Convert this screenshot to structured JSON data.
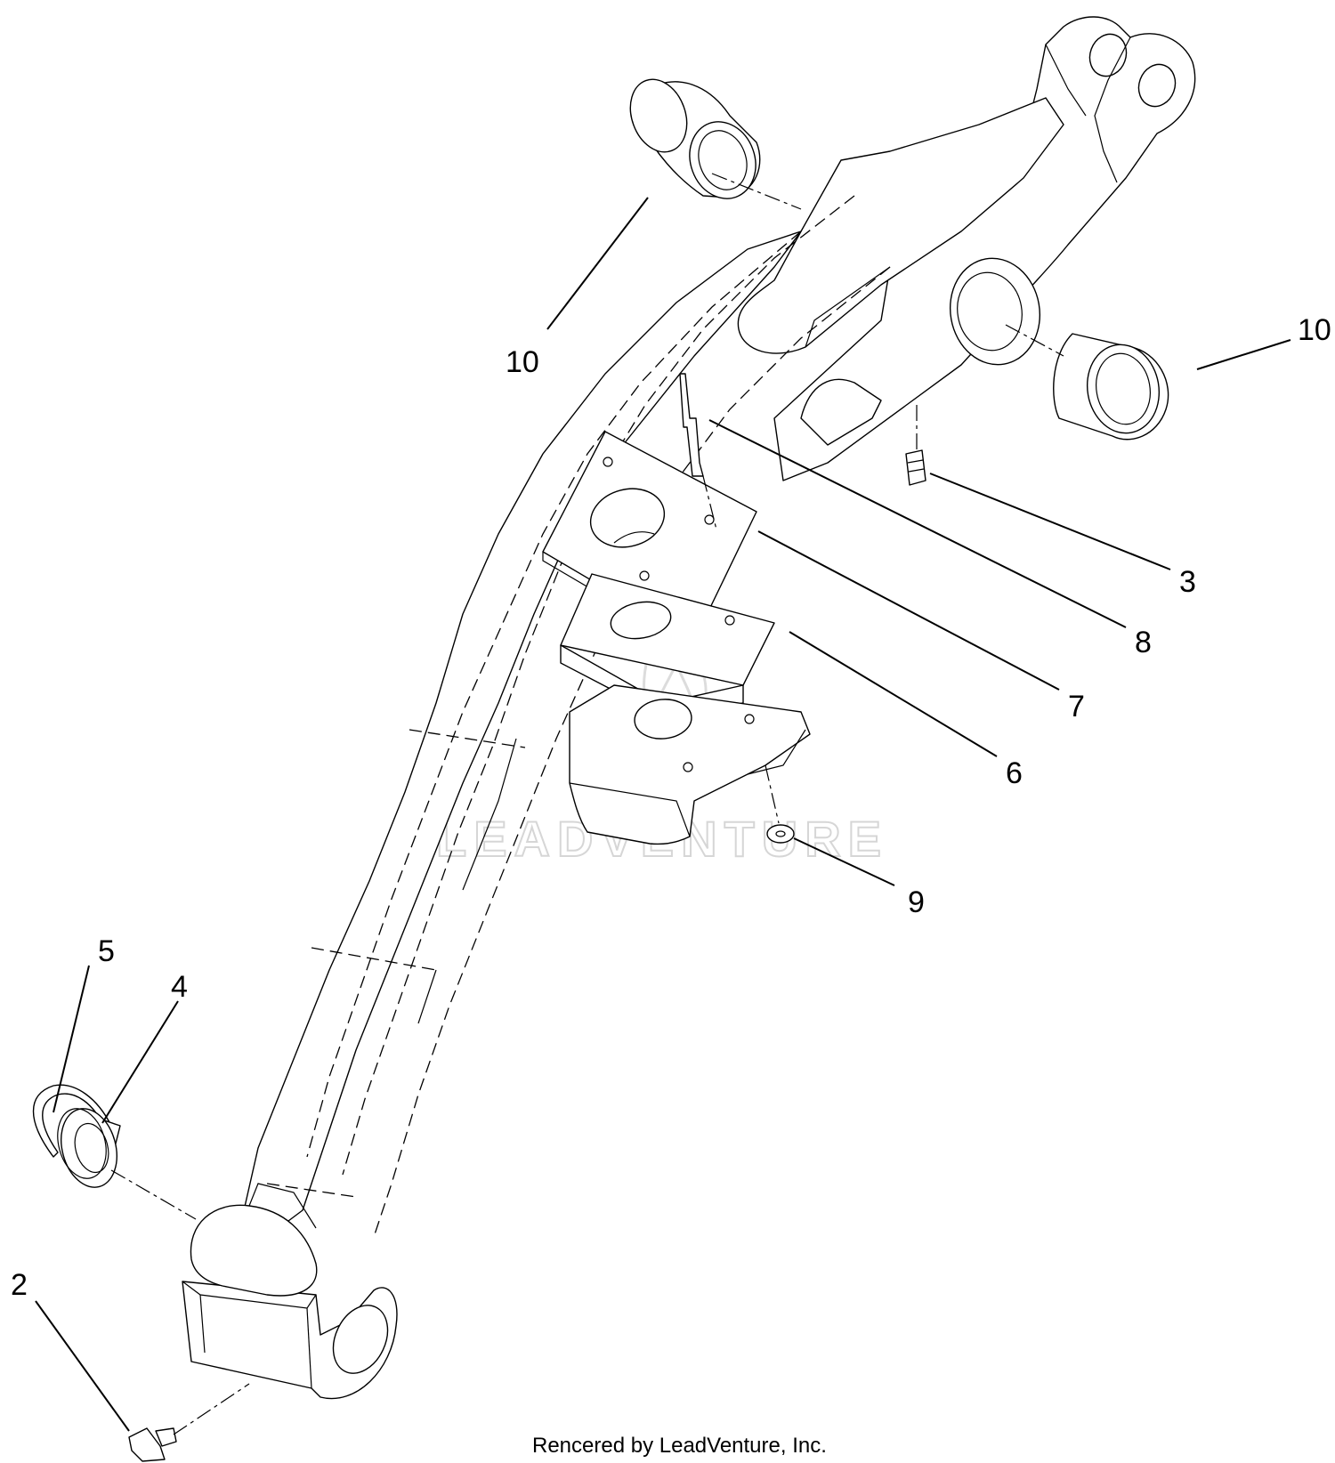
{
  "diagram": {
    "callouts": [
      {
        "id": "c10a",
        "label": "10"
      },
      {
        "id": "c10b",
        "label": "10"
      },
      {
        "id": "c3",
        "label": "3"
      },
      {
        "id": "c8",
        "label": "8"
      },
      {
        "id": "c7",
        "label": "7"
      },
      {
        "id": "c6",
        "label": "6"
      },
      {
        "id": "c9",
        "label": "9"
      },
      {
        "id": "c5",
        "label": "5"
      },
      {
        "id": "c4",
        "label": "4"
      },
      {
        "id": "c2",
        "label": "2"
      }
    ],
    "watermark": "LEADVENTURE",
    "credit": "Rencered by LeadVenture, Inc."
  }
}
